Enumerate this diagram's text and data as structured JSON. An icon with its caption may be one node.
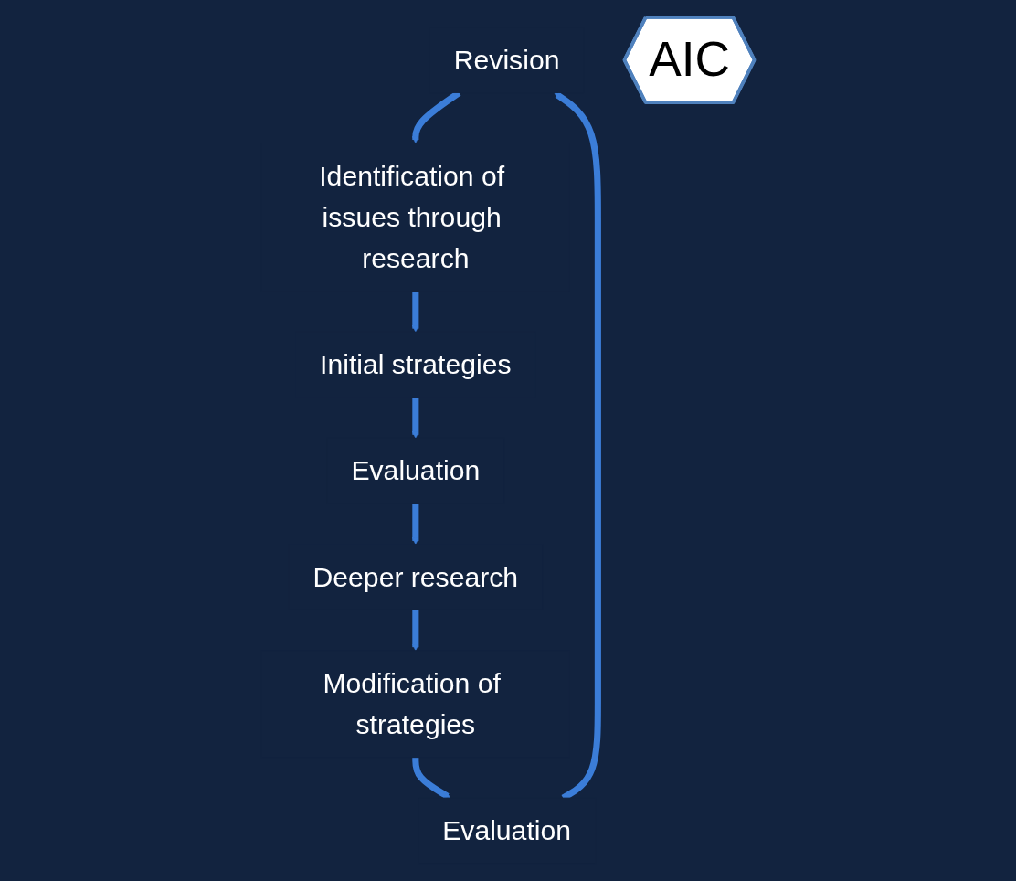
{
  "diagram": {
    "nodes": [
      {
        "text": [
          "Revision"
        ]
      },
      {
        "text": [
          "Identification of issues through research"
        ]
      },
      {
        "text": [
          "Initial strategies"
        ]
      },
      {
        "text": [
          "Evaluation"
        ]
      },
      {
        "text": [
          "Deeper research"
        ]
      },
      {
        "text": [
          "Modification of strategies"
        ]
      },
      {
        "text": [
          "Evaluation"
        ]
      },
      {
        "text": [
          "AIC"
        ]
      }
    ],
    "edges": [
      {
        "from": 0,
        "to": 1,
        "arrow": "to"
      },
      {
        "from": 1,
        "to": 2,
        "arrow": "to"
      },
      {
        "from": 2,
        "to": 3,
        "arrow": "to"
      },
      {
        "from": 3,
        "to": 4,
        "arrow": "to"
      },
      {
        "from": 4,
        "to": 5,
        "arrow": "to"
      },
      {
        "from": 5,
        "to": 6,
        "arrow": "to"
      },
      {
        "from": 6,
        "to": 0,
        "arrow": "to"
      }
    ]
  }
}
